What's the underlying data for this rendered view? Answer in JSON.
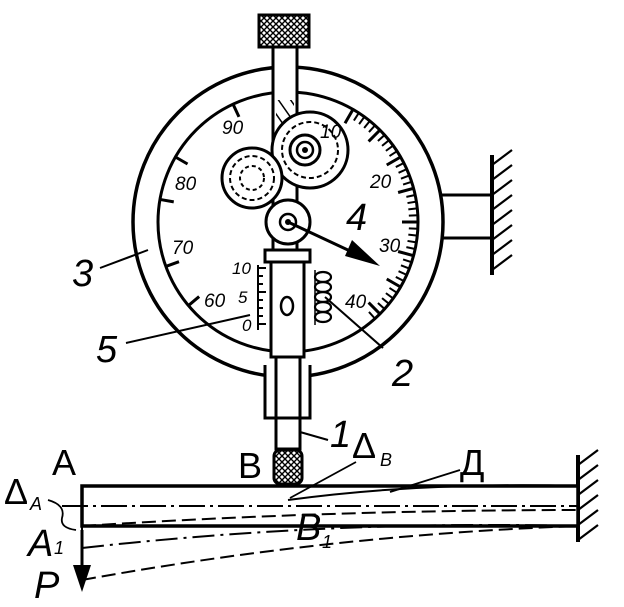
{
  "labels": {
    "part_1": "1",
    "part_2": "2",
    "part_3": "3",
    "part_4": "4",
    "part_5": "5",
    "point_A": "A",
    "point_A1": "A",
    "point_A1_sub": "1",
    "point_B": "B",
    "point_B1": "B",
    "point_B1_sub": "1",
    "point_D": "Д",
    "force_P": "P",
    "delta_A": "Δ",
    "delta_A_sub": "A",
    "delta_B": "Δ",
    "delta_B_sub": "B"
  },
  "dial_scale": [
    "90",
    "10",
    "80",
    "20",
    "70",
    "30",
    "60",
    "40"
  ],
  "small_scale": [
    "10",
    "5",
    "0"
  ],
  "colors": {
    "ink": "#000000",
    "background": "#ffffff"
  }
}
